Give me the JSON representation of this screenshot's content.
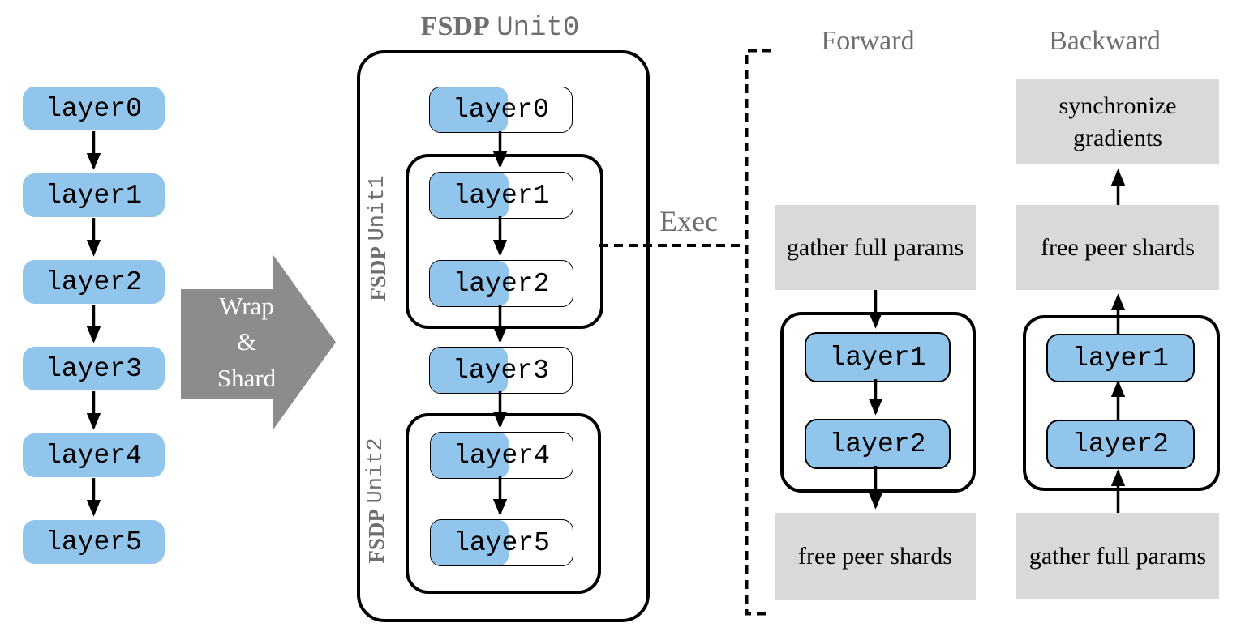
{
  "colors": {
    "layer_blue": "#92c5eb",
    "action_gray": "#d9d9d9",
    "arrow_gray": "#8c8c8c",
    "label_gray": "#6e6e6e",
    "line_black": "#000000"
  },
  "left_model": {
    "layers": [
      "layer0",
      "layer1",
      "layer2",
      "layer3",
      "layer4",
      "layer5"
    ]
  },
  "wrap_arrow": {
    "label": "Wrap\n&\nShard"
  },
  "wrapped_model": {
    "unit0": {
      "prefix": "FSDP",
      "name": "Unit0"
    },
    "unit1": {
      "prefix": "FSDP",
      "name": "Unit1"
    },
    "unit2": {
      "prefix": "FSDP",
      "name": "Unit2"
    },
    "layers": [
      "layer0",
      "layer1",
      "layer2",
      "layer3",
      "layer4",
      "layer5"
    ]
  },
  "exec": {
    "label": "Exec"
  },
  "forward": {
    "title": "Forward",
    "steps": {
      "pre": "gather full params",
      "post": "free peer shards"
    },
    "layers": [
      "layer1",
      "layer2"
    ]
  },
  "backward": {
    "title": "Backward",
    "steps": {
      "sync": "synchronize gradients",
      "free": "free peer shards",
      "gather": "gather full params"
    },
    "layers": [
      "layer1",
      "layer2"
    ]
  }
}
